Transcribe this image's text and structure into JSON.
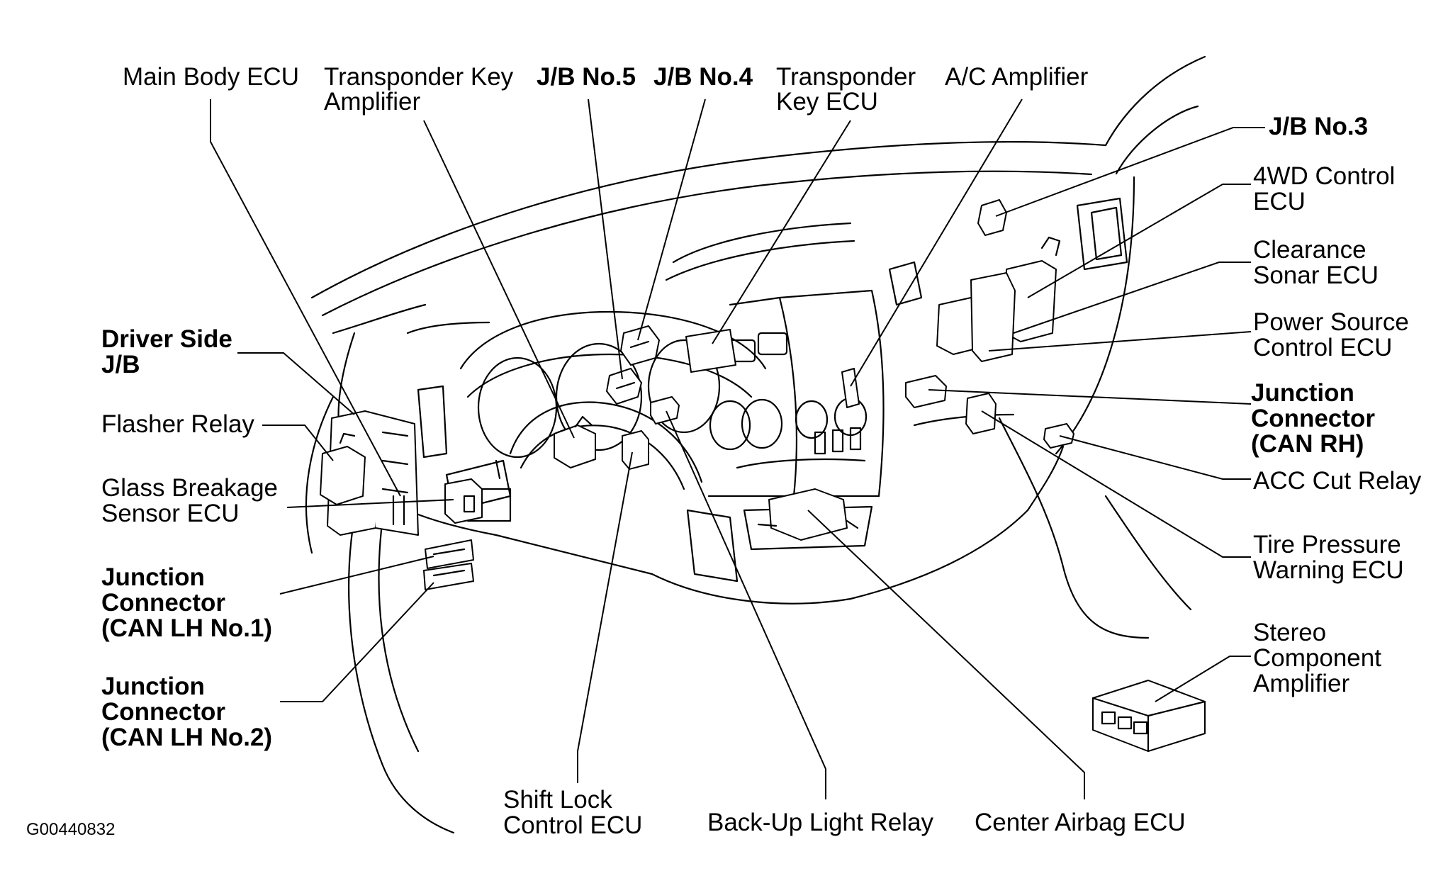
{
  "labels": {
    "main_body_ecu": "Main Body ECU",
    "transponder_key_amplifier": [
      "Transponder Key",
      "Amplifier"
    ],
    "jb_no5": "J/B No.5",
    "jb_no4": "J/B No.4",
    "transponder_key_ecu": [
      "Transponder",
      "Key ECU"
    ],
    "ac_amplifier": "A/C Amplifier",
    "jb_no3": "J/B No.3",
    "4wd_control_ecu": [
      "4WD Control",
      "ECU"
    ],
    "clearance_sonar_ecu": [
      "Clearance",
      "Sonar ECU"
    ],
    "power_source_control_ecu": [
      "Power Source",
      "Control ECU"
    ],
    "junction_connector_can_rh": [
      "Junction",
      "Connector",
      "(CAN RH)"
    ],
    "acc_cut_relay": "ACC Cut Relay",
    "tire_pressure_warning_ecu": [
      "Tire Pressure",
      "Warning ECU"
    ],
    "stereo_component_amplifier": [
      "Stereo",
      "Component",
      "Amplifier"
    ],
    "center_airbag_ecu": "Center Airbag ECU",
    "back_up_light_relay": "Back-Up Light Relay",
    "shift_lock_control_ecu": [
      "Shift Lock",
      "Control ECU"
    ],
    "junction_connector_can_lh_no2": [
      "Junction",
      "Connector",
      "(CAN LH No.2)"
    ],
    "junction_connector_can_lh_no1": [
      "Junction",
      "Connector",
      "(CAN LH No.1)"
    ],
    "glass_breakage_sensor_ecu": [
      "Glass Breakage",
      "Sensor ECU"
    ],
    "flasher_relay": "Flasher Relay",
    "driver_side_jb": [
      "Driver Side",
      "J/B"
    ]
  },
  "figure_id": "G00440832"
}
